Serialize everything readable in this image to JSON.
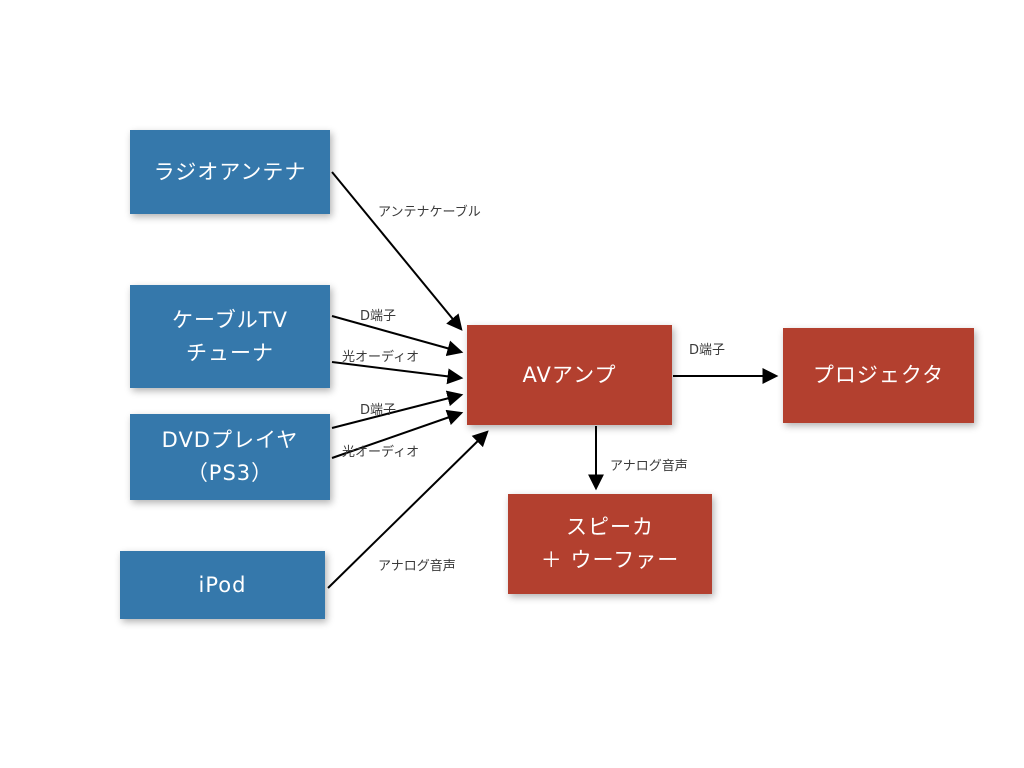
{
  "diagram": {
    "nodes": [
      {
        "id": "radio-antenna",
        "label": "ラジオアンテナ",
        "role": "source"
      },
      {
        "id": "cable-tv-tuner",
        "label": "ケーブルTV\nチューナ",
        "role": "source"
      },
      {
        "id": "dvd-player",
        "label": "DVDプレイヤ\n（PS3）",
        "role": "source"
      },
      {
        "id": "ipod",
        "label": "iPod",
        "role": "source"
      },
      {
        "id": "av-amp",
        "label": "AVアンプ",
        "role": "hub"
      },
      {
        "id": "projector",
        "label": "プロジェクタ",
        "role": "output"
      },
      {
        "id": "speaker-woofer",
        "label": "スピーカ\n＋ ウーファー",
        "role": "output"
      }
    ],
    "edges": [
      {
        "from": "radio-antenna",
        "to": "av-amp",
        "label": "アンテナケーブル"
      },
      {
        "from": "cable-tv-tuner",
        "to": "av-amp",
        "label": "D端子"
      },
      {
        "from": "cable-tv-tuner",
        "to": "av-amp",
        "label": "光オーディオ"
      },
      {
        "from": "dvd-player",
        "to": "av-amp",
        "label": "D端子"
      },
      {
        "from": "dvd-player",
        "to": "av-amp",
        "label": "光オーディオ"
      },
      {
        "from": "ipod",
        "to": "av-amp",
        "label": "アナログ音声"
      },
      {
        "from": "av-amp",
        "to": "projector",
        "label": "D端子"
      },
      {
        "from": "av-amp",
        "to": "speaker-woofer",
        "label": "アナログ音声"
      }
    ],
    "colors": {
      "source_box": "#3578ab",
      "output_box": "#b3402f",
      "box_text": "#ffffff",
      "edge_label_text": "#3a3a3a",
      "arrow": "#000000",
      "background": "#ffffff"
    }
  }
}
